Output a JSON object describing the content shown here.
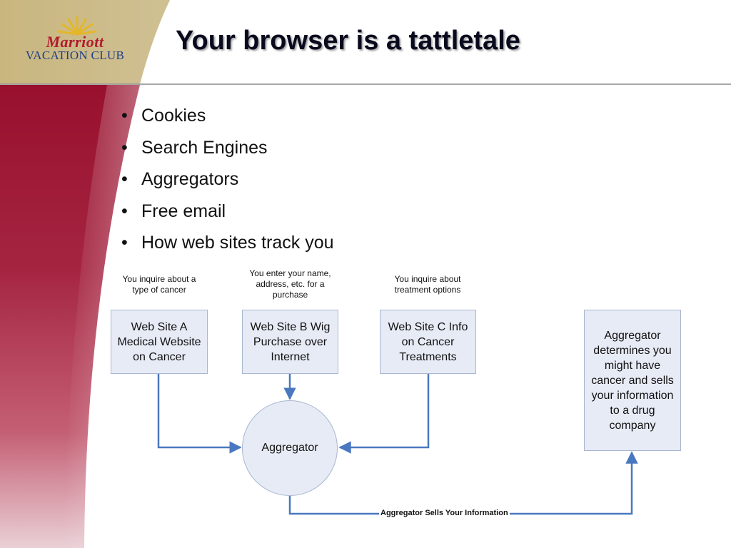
{
  "title": "Your browser is a tattletale",
  "logo": {
    "brand": "Marriott",
    "sub": "VACATION CLUB",
    "icon": "sun-icon"
  },
  "bullets": [
    "Cookies",
    "Search Engines",
    "Aggregators",
    "Free email",
    "How web sites track you"
  ],
  "captions": {
    "a": "You inquire about a type of cancer",
    "b": "You enter your name, address, etc. for a purchase",
    "c": "You inquire about treatment options"
  },
  "boxes": {
    "a": "Web Site A Medical Website on Cancer",
    "b": "Web Site B Wig Purchase over Internet",
    "c": "Web Site C Info on Cancer Treatments",
    "result": "Aggregator determines you might have cancer and sells your information to a drug company"
  },
  "aggregator": "Aggregator",
  "sell_label": "Aggregator Sells Your Information",
  "colors": {
    "slide_red": "#9b1230",
    "gold": "#c8b98a",
    "box_fill": "#e7ebf6",
    "box_border": "#a8b6cf",
    "connector": "#4a78c0",
    "title_text": "#0a0a1e",
    "brand_red": "#b01c2e",
    "brand_blue": "#1f3f84"
  }
}
